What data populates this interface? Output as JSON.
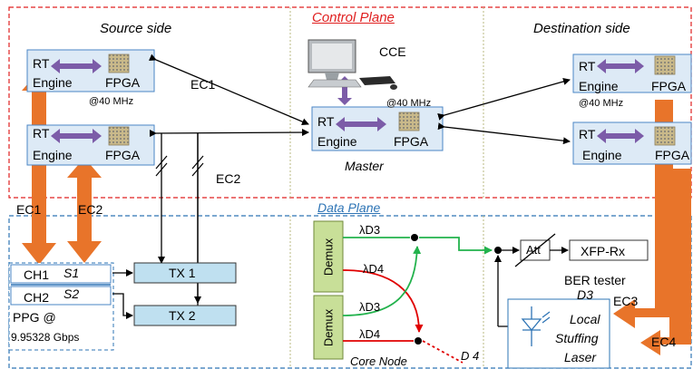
{
  "colors": {
    "control_border": "#e02020",
    "data_border": "#2e74b5",
    "orange": "#e8742a",
    "purple": "#7c5ca8",
    "box_fill": "#ddeaf6",
    "box_border": "#4a86c5",
    "tx_fill": "#bfe0f0",
    "demux_fill": "#c8df98",
    "green": "#22b24c",
    "red": "#e00000",
    "control_title": "#e02020",
    "data_title": "#2e74b5"
  },
  "sections": {
    "source": "Source side",
    "control": "Control Plane",
    "destination": "Destination side",
    "data": "Data Plane"
  },
  "engine": {
    "rt": "RT",
    "engine": "Engine",
    "fpga": "FPGA"
  },
  "labels": {
    "cce": "CCE",
    "master": "Master",
    "clock": "@40 MHz",
    "ec1_top": "EC1",
    "ec2_top": "EC2",
    "ec1_side": "EC1",
    "ec2_side": "EC2",
    "ec3": "EC3",
    "ec4": "EC4",
    "ch1": "CH1",
    "s1": "S1",
    "ch2": "CH2",
    "s2": "S2",
    "ppg": "PPG @",
    "rate": "9.95328 Gbps",
    "tx1": "TX 1",
    "tx2": "TX 2",
    "demux": "Demux",
    "ld3": "λD3",
    "ld4": "λD4",
    "core_node": "Core Node",
    "d4": "D 4",
    "att": "Att",
    "xfp": "XFP-Rx",
    "ber": "BER tester",
    "d3": "D3",
    "local": "Local",
    "stuffing": "Stuffing",
    "laser": "Laser"
  }
}
